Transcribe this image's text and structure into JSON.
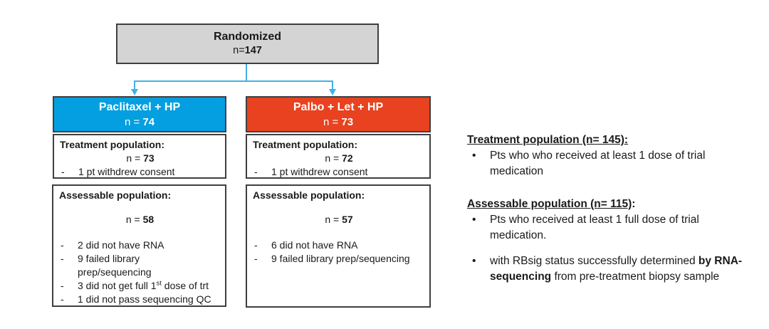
{
  "colors": {
    "arm1": "#049FE0",
    "arm2": "#E84220",
    "connector": "#41B1E6",
    "border": "#3F3F3F",
    "randomized_fill": "#D4D4D4"
  },
  "glyphs": {
    "dash": "-",
    "bullet": "•"
  },
  "randomized": {
    "title": "Randomized",
    "n_prefix": "n=",
    "n_value": "147"
  },
  "arms": [
    {
      "header": {
        "title": "Paclitaxel + HP",
        "n_prefix": "n = ",
        "n_value": "74"
      },
      "treatment": {
        "title": "Treatment population:",
        "n_prefix": "n = ",
        "n_value": "73",
        "items": [
          "1 pt withdrew consent"
        ]
      },
      "assessable": {
        "title": "Assessable population:",
        "n_prefix": "n = ",
        "n_value": "58",
        "items": [
          "2 did not have RNA",
          "9 failed library\nprep/sequencing",
          {
            "pre": "3 did not get full 1",
            "sup": "st",
            "post": " dose of trt"
          },
          "1 did not pass sequencing QC"
        ]
      }
    },
    {
      "header": {
        "title": "Palbo + Let + HP",
        "n_prefix": "n = ",
        "n_value": "73"
      },
      "treatment": {
        "title": "Treatment population:",
        "n_prefix": "n = ",
        "n_value": "72",
        "items": [
          "1 pt withdrew consent"
        ]
      },
      "assessable": {
        "title": "Assessable population:",
        "n_prefix": "n = ",
        "n_value": "57",
        "items": [
          "6 did not have RNA",
          "9 failed library prep/sequencing"
        ]
      }
    }
  ],
  "legend": {
    "sections": [
      {
        "heading": "Treatment population (n= 145):",
        "colon": "",
        "bullets": [
          {
            "pre": "Pts who who received at least 1 dose of trial medication",
            "bold": "",
            "post": ""
          }
        ]
      },
      {
        "heading": "Assessable population (n= 115)",
        "colon": ":",
        "bullets": [
          {
            "pre": "Pts who received at least 1 full dose of trial medication.",
            "bold": "",
            "post": ""
          },
          {
            "pre": "with RBsig status successfully determined ",
            "bold": "by RNA-sequencing",
            "post": " from pre-treatment biopsy sample"
          }
        ]
      }
    ]
  }
}
